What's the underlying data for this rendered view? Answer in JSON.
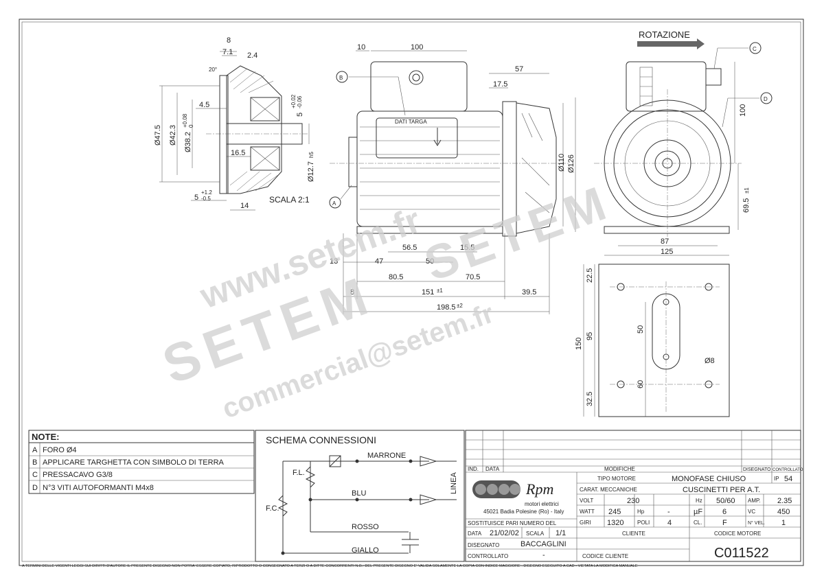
{
  "drawing": {
    "rotation_label": "ROTAZIONE",
    "scale_label": "SCALA 2:1",
    "nameplate_label": "DATI TARGA",
    "callouts": [
      "A",
      "B",
      "C",
      "D"
    ],
    "detail_dims": {
      "d8": "8",
      "d71": "7.1",
      "d24": "2.4",
      "d20": "20°",
      "d45": "4.5",
      "d475": "Ø47.5",
      "d423": "Ø42.3",
      "d382": "Ø38.2",
      "d382tol_up": "+0.08",
      "d382tol_dn": "0",
      "d5": "5",
      "d5tol_up": "+0.02",
      "d5tol_dn": "-0.06",
      "d165": "16.5",
      "d127": "Ø12.7",
      "d127tol": "h5",
      "d5b": "5",
      "d5b_up": "+1.2",
      "d5b_dn": "-0.5",
      "d14": "14"
    },
    "side_dims": {
      "d10": "10",
      "d100": "100",
      "d57": "57",
      "d175": "17.5",
      "d110": "Ø110",
      "d126": "Ø126",
      "d565": "56.5",
      "d155": "15.5",
      "d13": "13",
      "d47": "47",
      "d50": "50",
      "d805": "80.5",
      "d705": "70.5",
      "d8": "8",
      "d151": "151",
      "d151tol": "±1",
      "d395": "39.5",
      "d1985": "198.5",
      "d1985tol": "±2"
    },
    "front_dims": {
      "d100": "100",
      "d695": "69.5",
      "d695tol": "±1",
      "d87": "87",
      "d125": "125"
    },
    "base_dims": {
      "d225": "22.5",
      "d150": "150",
      "d95": "95",
      "d50": "50",
      "d60": "60",
      "d325": "32.5",
      "d8": "Ø8"
    }
  },
  "notes": {
    "title": "NOTE:",
    "items": [
      {
        "key": "A",
        "text": "FORO Ø4"
      },
      {
        "key": "B",
        "text": "APPLICARE TARGHETTA CON SIMBOLO DI TERRA"
      },
      {
        "key": "C",
        "text": "PRESSACAVO G3/8"
      },
      {
        "key": "D",
        "text": "N°3 VITI AUTOFORMANTI M4x8"
      }
    ]
  },
  "schema": {
    "title": "SCHEMA CONNESSIONI",
    "fl": "F.L.",
    "fc": "F.C.",
    "linea": "LINEA",
    "wires": [
      "MARRONE",
      "BLU",
      "ROSSO",
      "GIALLO"
    ]
  },
  "titleblock": {
    "ind": "IND.",
    "data_h": "DATA",
    "modifiche": "MODIFICHE",
    "disegnato_h": "DISEGNATO",
    "controllato_h": "CONTROLLATO",
    "logo_text": "Rpm",
    "logo_sub": "motori elettrici",
    "address": "45021 Badia Polesine (Ro) - Italy",
    "tipo_motore_l": "TIPO MOTORE",
    "tipo_motore_v": "MONOFASE CHIUSO",
    "ip_l": "IP",
    "ip_v": "54",
    "carat_l": "CARAT. MECCANICHE",
    "carat_v": "CUSCINETTI PER A.T.",
    "volt_l": "VOLT",
    "volt_v": "230",
    "hz_l": "Hz",
    "hz_v": "50/60",
    "amp_l": "AMP.",
    "amp_v": "2.35",
    "watt_l": "WATT",
    "watt_v": "245",
    "hp_l": "Hp",
    "hp_v": "-",
    "uf_l": "µF",
    "uf_v": "6",
    "vc_l": "VC",
    "vc_v": "450",
    "giri_l": "GIRI",
    "giri_v": "1320",
    "poli_l": "POLI",
    "poli_v": "4",
    "cl_l": "CL.",
    "cl_v": "F",
    "nvel_l": "N° VEL.",
    "nvel_v": "1",
    "sostituisce": "SOSTITUISCE PARI NUMERO DEL",
    "data_l": "DATA",
    "data_v": "21/02/02",
    "scala_l": "SCALA",
    "scala_v": "1/1",
    "cliente_l": "CLIENTE",
    "codice_motore_l": "CODICE MOTORE",
    "disegnato_l": "DISEGNATO",
    "disegnato_v": "BACCAGLINI",
    "controllato_l": "CONTROLLATO",
    "controllato_v": "-",
    "codice_cliente_l": "CODICE CLIENTE",
    "codice_motore_v": "C011522"
  },
  "footer": "A TERMINI DELLE VIGENTI LEGGI SUI DIRITTI D'AUTORE IL PRESENTE DISEGNO NON POTRA' ESSERE COPIATO, RIPRODOTTO O CONSEGNATO A TERZI O A DITTE CONCORRENTI N.B.: DEL PRESENTE DISEGNO E' VALIDA SOLAMENTE LA COPIA CON INDICE MAGGIORE . DISEGNO ESEGUITO A CAD - VIETATA LA MODIFICA MANUALE",
  "watermarks": [
    "www.setem.fr",
    "SETEM",
    "SETEM",
    "commercial@setem.fr"
  ]
}
